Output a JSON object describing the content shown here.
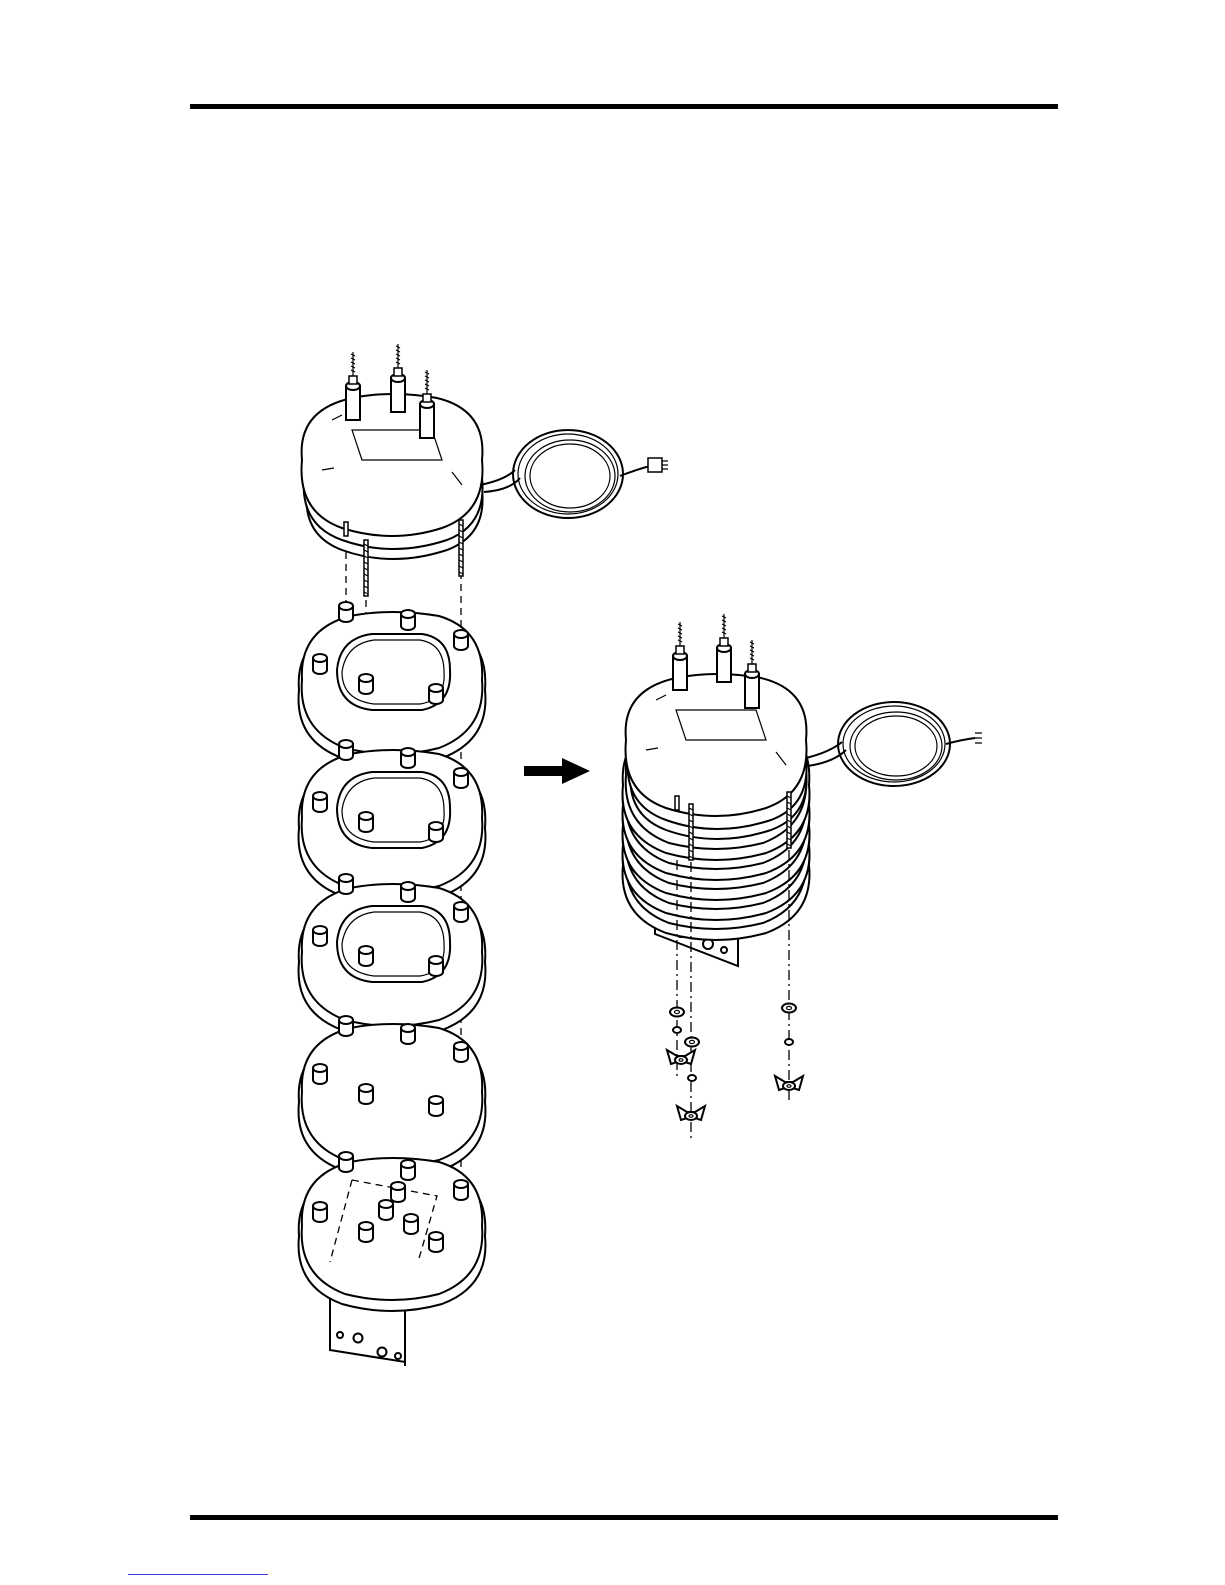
{
  "page": {
    "background": "#ffffff",
    "rule_color": "#000000",
    "link_color": "#3b3bd6"
  },
  "diagram": {
    "subject": "radiation-shield-assembly",
    "exploded_plates": 5,
    "assembled_plates": 7,
    "arrow_direction": "right",
    "icons": [
      "cap-icon",
      "plate-icon",
      "mounting-bracket-icon",
      "cable-coil-icon",
      "wing-nut-icon",
      "washer-icon",
      "arrow-right-icon"
    ]
  }
}
